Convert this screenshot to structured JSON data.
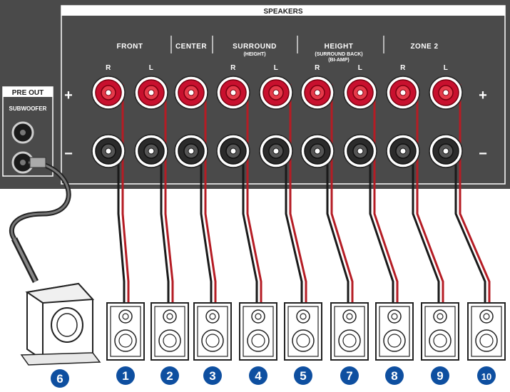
{
  "panel": {
    "speakers_label": "SPEAKERS",
    "pre_out_label": "PRE OUT",
    "subwoofer_label": "SUBWOOFER",
    "plus": "+",
    "minus": "−"
  },
  "groups": [
    {
      "title": "FRONT",
      "sub": "",
      "channels": [
        "R",
        "L"
      ]
    },
    {
      "title": "CENTER",
      "sub": "",
      "channels": []
    },
    {
      "title": "SURROUND",
      "sub": "(HEIGHT)",
      "channels": [
        "R",
        "L"
      ]
    },
    {
      "title": "HEIGHT",
      "sub": "(SURROUND BACK)",
      "sub2": "(BI-AMP)",
      "channels": [
        "R",
        "L"
      ]
    },
    {
      "title": "ZONE 2",
      "sub": "",
      "channels": [
        "R",
        "L"
      ]
    }
  ],
  "speaker_numbers": [
    "1",
    "2",
    "3",
    "4",
    "5",
    "7",
    "8",
    "9",
    "10"
  ],
  "subwoofer_number": "6",
  "colors": {
    "panel": "#4a4a4a",
    "panel_edge": "#2a2a2a",
    "terminal_red": "#c8102e",
    "wire_red": "#b51c24",
    "wire_black": "#1a1a1a",
    "badge_blue": "#0e4fa0"
  }
}
